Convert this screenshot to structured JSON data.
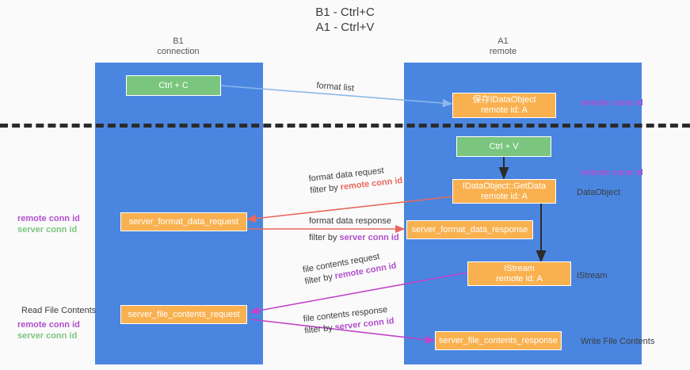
{
  "title": {
    "line1": "B1 - Ctrl+C",
    "line2": "A1 - Ctrl+V"
  },
  "columns": [
    {
      "name": "B1",
      "role": "connection"
    },
    {
      "name": "A1",
      "role": "remote"
    }
  ],
  "nodes": {
    "ctrl_c": {
      "label": "Ctrl + C"
    },
    "ctrl_v": {
      "label": "Ctrl + V"
    },
    "save_idataobject": {
      "line1": "保存IDataObject",
      "line2": "remote id: A"
    },
    "getdata": {
      "line1": "IDataObject::GetData",
      "line2": "remote id: A"
    },
    "istream": {
      "line1": "IStream",
      "line2": "remote id: A"
    },
    "server_format_data_request": {
      "label": "server_format_data_request"
    },
    "server_format_data_response": {
      "label": "server_format_data_response"
    },
    "server_file_contents_request": {
      "label": "server_file_contents_request"
    },
    "server_file_contents_response": {
      "label": "server_file_contents_response"
    }
  },
  "edge_labels": {
    "format_list": "format list",
    "format_data_request": "format data request",
    "format_data_request_filter_prefix": "filter by ",
    "format_data_request_filter_key": "remote conn id",
    "format_data_response": "format data response",
    "format_data_response_filter_prefix": "filter by ",
    "format_data_response_filter_key": "server conn id",
    "file_contents_request": "file contents request",
    "file_contents_request_filter_prefix": "filter by ",
    "file_contents_request_filter_key": "remote conn id",
    "file_contents_response": "file contents response",
    "file_contents_response_filter_prefix": "filter by ",
    "file_contents_response_filter_key": "server conn id"
  },
  "side_labels": {
    "right_remote_conn_id_top": "remote conn id",
    "right_remote_conn_id_mid": "remote conn id",
    "right_dataobject": "DataObject",
    "right_istream": "IStream",
    "right_write_file_contents": "Write File Contents",
    "left_remote_conn_id_mid": "remote conn id",
    "left_server_conn_id_mid": "server conn id",
    "left_read_file_contents": "Read File Contents",
    "left_remote_conn_id_bottom": "remote conn id",
    "left_server_conn_id_bottom": "server conn id"
  },
  "colors": {
    "lane": "#4a86e0",
    "green_node": "#7bc67e",
    "orange_node": "#f9b150",
    "magenta": "#b24fcf",
    "red_arrow": "#e8685d",
    "blue_arrow": "#8cb8ea",
    "purple_arrow": "#bf45c7",
    "divider": "#2b2b2b",
    "background": "#fafafa"
  }
}
